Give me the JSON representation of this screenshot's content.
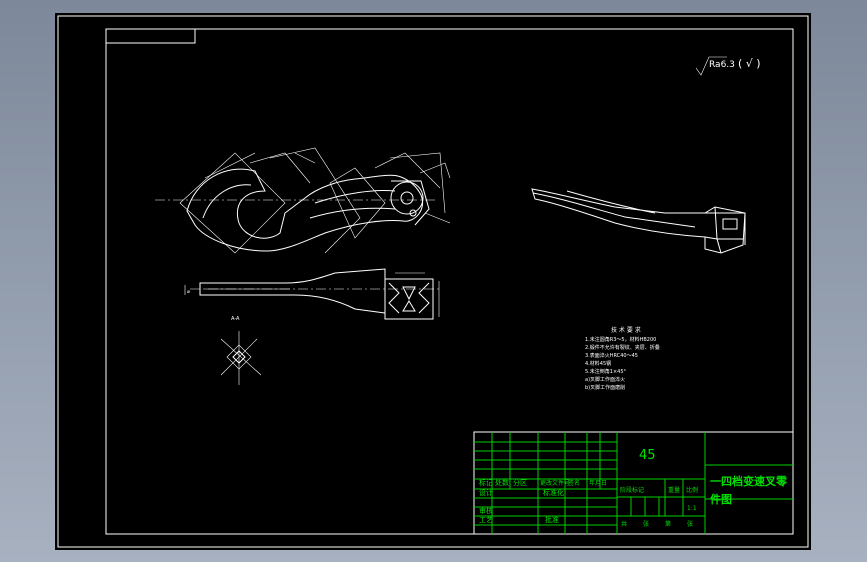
{
  "drawing": {
    "surface_mark": "Ra6.3",
    "surface_note": "( √ )"
  },
  "tech_req": {
    "title": "技 术 要 求",
    "lines": [
      "1.未注圆角R3～5，材料HB200",
      "2.锻件不允许有裂纹、夹层、折叠",
      "3.表面淬火HRC40～45",
      "4.材料45钢",
      "5.未注倒角1×45°",
      "  a)叉脚工作面淬火",
      "  b)叉脚工作面磨削"
    ]
  },
  "title_block": {
    "material": "45",
    "part_name_line1": "一四档变速叉零",
    "part_name_line2": "件图",
    "scale": "1:1",
    "headers": [
      "标记",
      "处数",
      "分区",
      "更改文件号",
      "签名",
      "年月日"
    ],
    "designer": "设计",
    "standardize": "标准化",
    "checker": "审核",
    "process": "工艺",
    "approve": "批准",
    "stage_headers": [
      "阶段标记",
      "重量",
      "比例"
    ],
    "sheet_footer": [
      "共",
      "张",
      "第",
      "张"
    ]
  },
  "colors": {
    "sheet_bg": "#000000",
    "line": "#ffffff",
    "title_block_text": "#00e000"
  }
}
